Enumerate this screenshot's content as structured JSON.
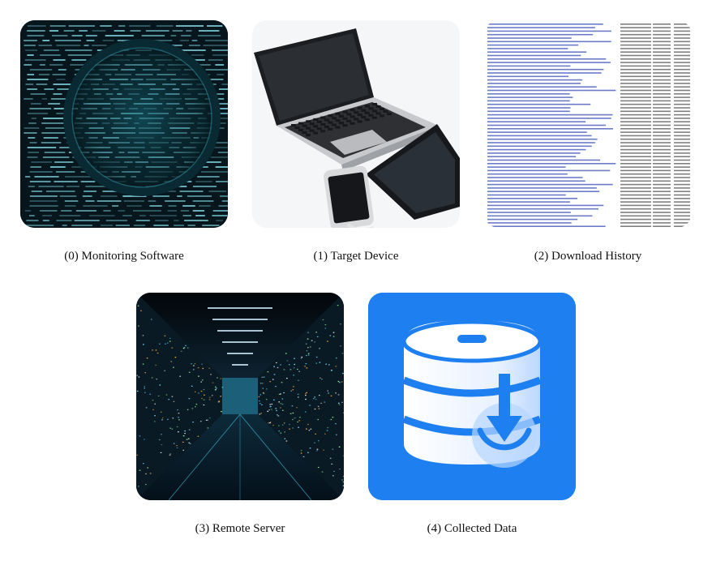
{
  "items": [
    {
      "label": "(0) Monitoring Software",
      "image": "code-magnifier-image"
    },
    {
      "label": "(1) Target Device",
      "image": "laptop-phone-tablet-image"
    },
    {
      "label": "(2) Download History",
      "image": "log-listing-image"
    },
    {
      "label": "(3) Remote Server",
      "image": "server-room-image"
    },
    {
      "label": "(4) Collected Data",
      "image": "database-download-icon"
    }
  ],
  "colors": {
    "code_bg": "#06161c",
    "code_text": "#7fd3df",
    "db_background": "#1e7ff0",
    "log_text": "#3a4fb8"
  }
}
